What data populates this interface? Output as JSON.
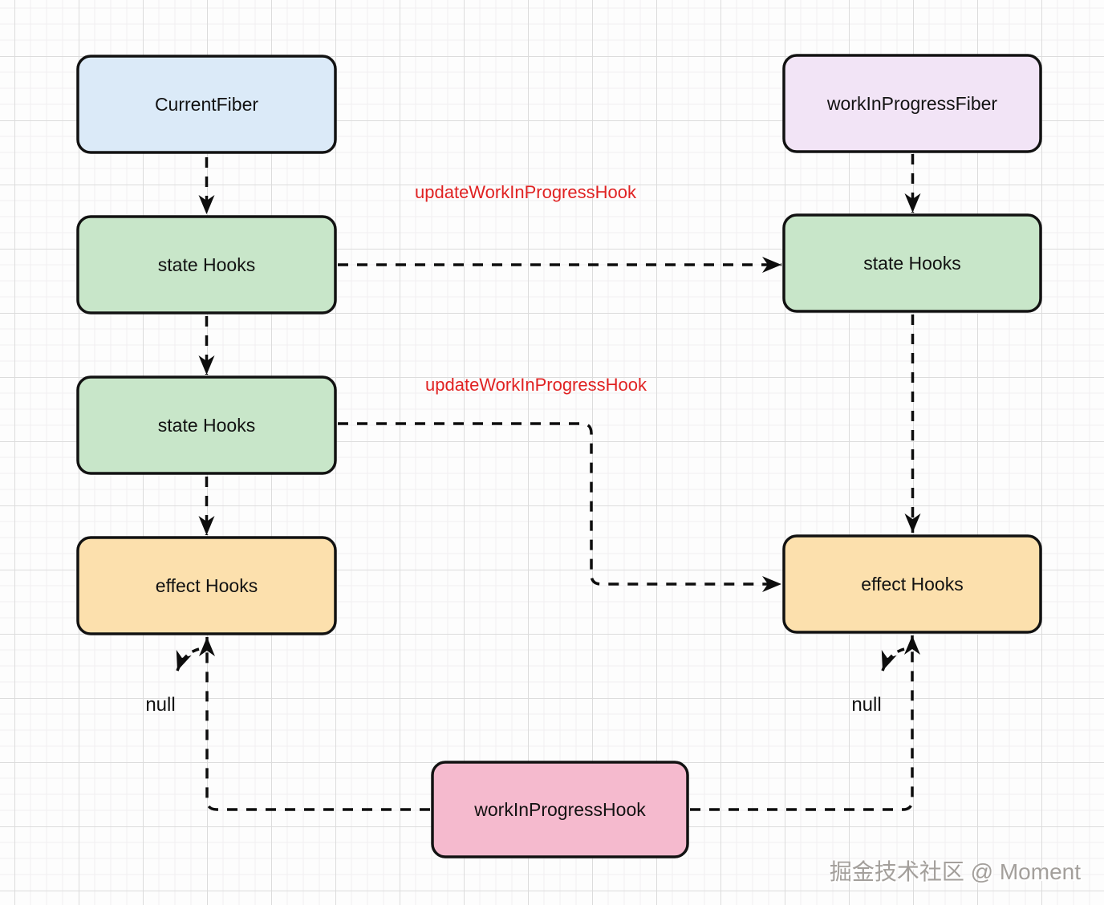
{
  "nodes": [
    {
      "id": "current-fiber",
      "label": "CurrentFiber"
    },
    {
      "id": "work-in-progress-fiber",
      "label": "workInProgressFiber"
    },
    {
      "id": "state-hooks-current-1",
      "label": "state Hooks"
    },
    {
      "id": "state-hooks-wip",
      "label": "state Hooks"
    },
    {
      "id": "state-hooks-current-2",
      "label": "state Hooks"
    },
    {
      "id": "effect-hooks-current",
      "label": "effect Hooks"
    },
    {
      "id": "effect-hooks-wip",
      "label": "effect Hooks"
    },
    {
      "id": "work-in-progress-hook",
      "label": "workInProgressHook"
    }
  ],
  "edge_labels": {
    "update_hook_1": "updateWorkInProgressHook",
    "update_hook_2": "updateWorkInProgressHook",
    "null_left": "null",
    "null_right": "null"
  },
  "watermark": "掘金技术社区 @ Moment",
  "colors": {
    "node_blue": "#dbeaf8",
    "node_purple": "#f2e4f6",
    "node_green": "#c8e6c9",
    "node_orange": "#fce0ad",
    "node_pink": "#f5bace",
    "node_border": "#121212",
    "edge_black": "#0d0d0d",
    "label_red": "#e02222",
    "watermark_gray": "#a39f9b",
    "grid_minor": "#f1eff1",
    "grid_major": "#dcdcdc",
    "background": "#fdfdfd"
  }
}
